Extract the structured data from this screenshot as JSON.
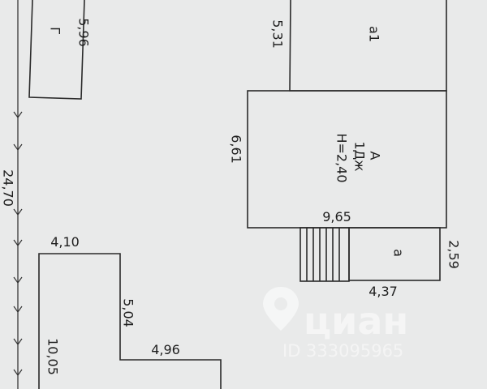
{
  "labels": {
    "g_room": "Г",
    "dim_5_96": "5,96",
    "dim_5_31": "5,31",
    "a1_room": "а1",
    "room_a": "А",
    "floor_code": "1Дж",
    "height": "Н=2,40",
    "dim_6_61": "6,61",
    "dim_9_65": "9,65",
    "room_a_small": "а",
    "dim_2_59": "2,59",
    "dim_4_37": "4,37",
    "dim_24_70": "24,70",
    "dim_4_10": "4,10",
    "dim_5_04": "5,04",
    "dim_4_96": "4,96",
    "dim_10_05": "10,05"
  },
  "watermark": {
    "brand": "циан",
    "id_text": "ID 333095965"
  }
}
